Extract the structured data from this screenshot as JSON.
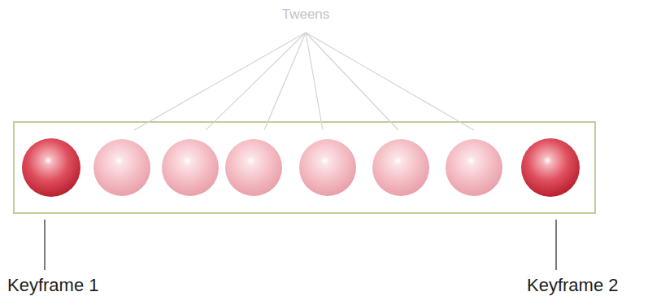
{
  "diagram": {
    "labels": [
      "Tweens",
      "Keyframe 1",
      "Keyframe 2"
    ]
  }
}
